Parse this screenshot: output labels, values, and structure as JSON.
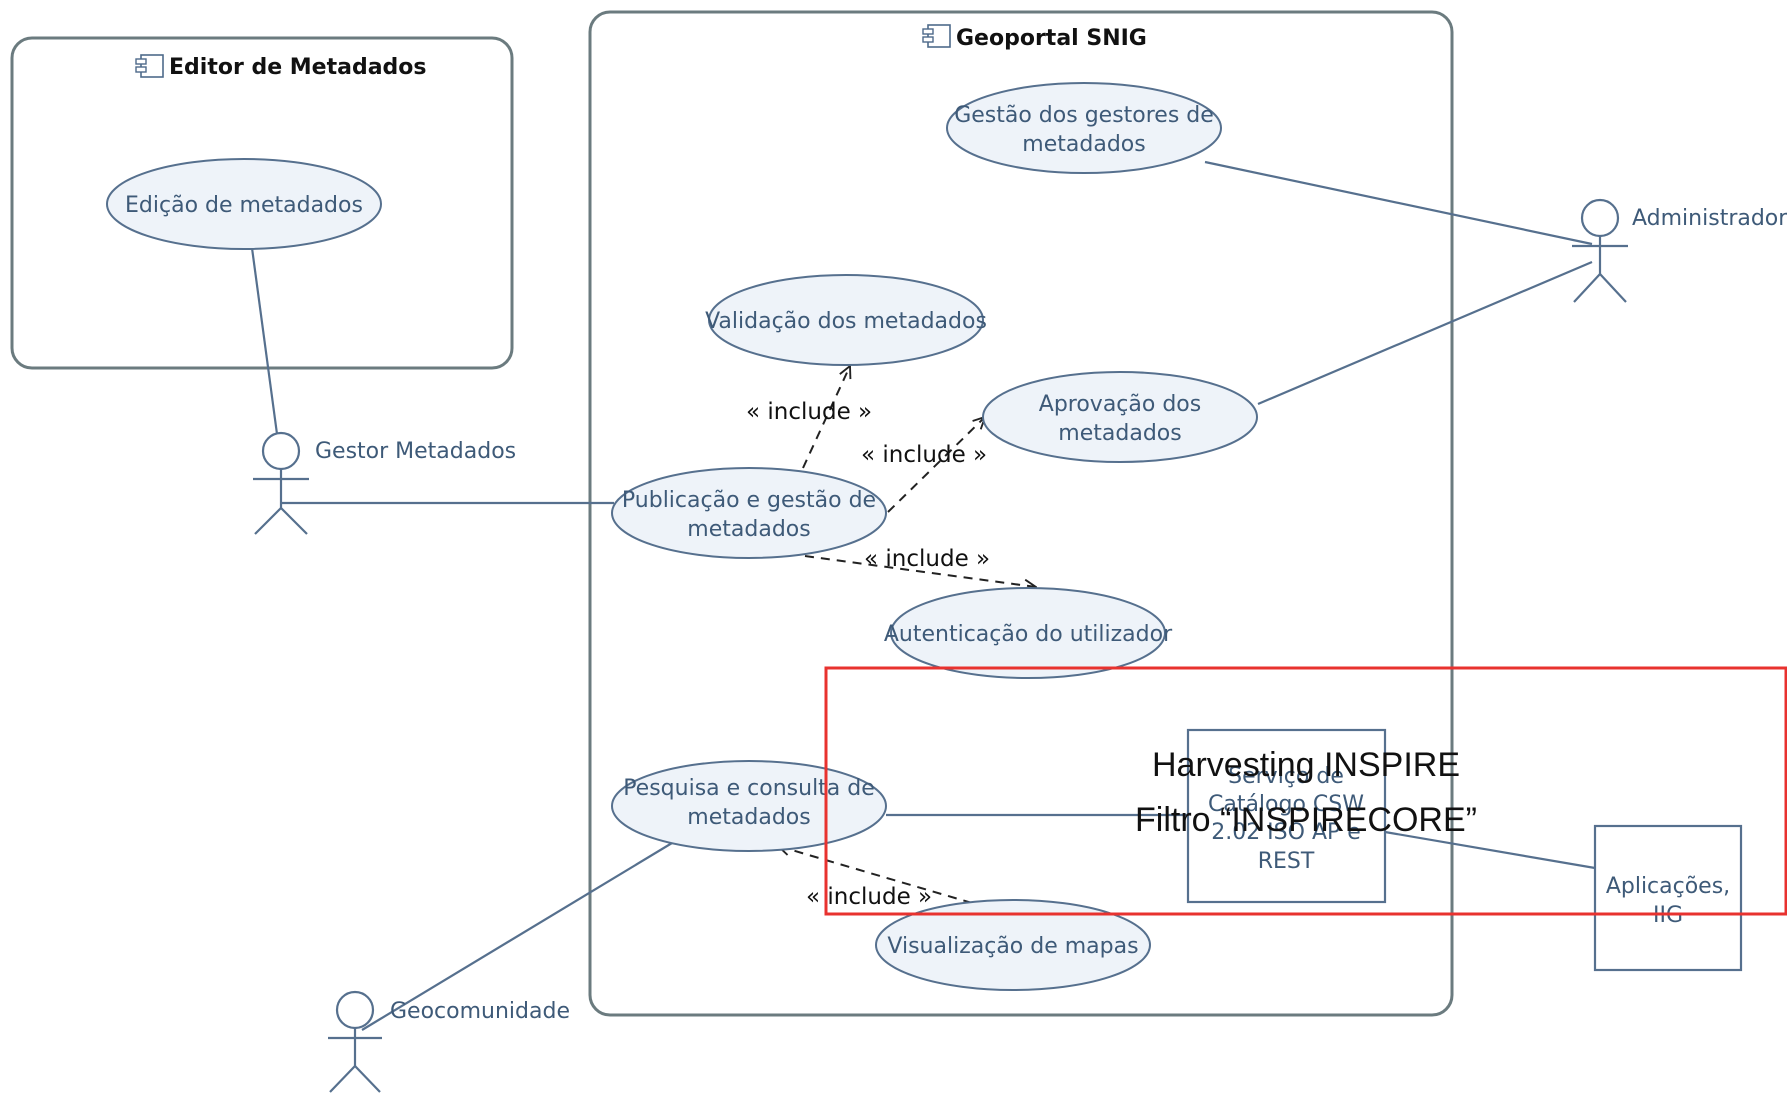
{
  "diagram": {
    "colors": {
      "stroke": "#56708e",
      "usecase_fill": "#eef3f9",
      "system_border": "#6b7b7f",
      "highlight": "#e8322f"
    },
    "systems": [
      {
        "id": "editor",
        "title": "Editor de Metadados",
        "icon": "component-icon"
      },
      {
        "id": "geoportal",
        "title": "Geoportal SNIG",
        "icon": "component-icon"
      }
    ],
    "use_cases": [
      {
        "id": "edicao",
        "lines": [
          "Edição de metadados"
        ]
      },
      {
        "id": "gestao_gestores",
        "lines": [
          "Gestão dos gestores de",
          "metadados"
        ]
      },
      {
        "id": "validacao",
        "lines": [
          "Validação dos metadados"
        ]
      },
      {
        "id": "aprovacao",
        "lines": [
          "Aprovação dos",
          "metadados"
        ]
      },
      {
        "id": "publicacao",
        "lines": [
          "Publicação e gestão de",
          "metadados"
        ]
      },
      {
        "id": "autenticacao",
        "lines": [
          "Autenticação do utilizador"
        ]
      },
      {
        "id": "pesquisa",
        "lines": [
          "Pesquisa e consulta de",
          "metadados"
        ]
      },
      {
        "id": "visualizacao",
        "lines": [
          "Visualização de mapas"
        ]
      }
    ],
    "actors": [
      {
        "id": "gestor",
        "label": "Gestor Metadados"
      },
      {
        "id": "administrador",
        "label": "Administrador"
      },
      {
        "id": "geocomunidade",
        "label": "Geocomunidade"
      }
    ],
    "boxes": [
      {
        "id": "csw",
        "lines": [
          "Serviço de",
          "Catálogo CSW",
          "2.02 ISO AP e",
          "REST"
        ]
      },
      {
        "id": "aplicacoes",
        "lines": [
          "Aplicações,",
          "IIG"
        ]
      }
    ],
    "include_label": "« include »",
    "overlay": {
      "lines": [
        "Harvesting INSPIRE",
        "Filtro “INSPIRECORE”"
      ]
    }
  }
}
